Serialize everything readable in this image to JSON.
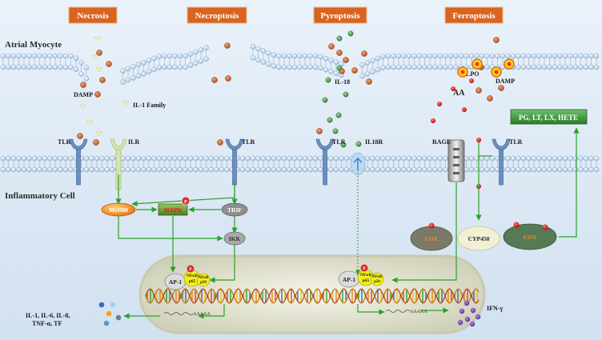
{
  "headers": {
    "necrosis": "Necrosis",
    "necroptosis": "Necroptosis",
    "pyroptosis": "Pyroptosis",
    "ferroptosis": "Ferroptosis"
  },
  "sections": {
    "atrial_myocyte": "Atrial Myocyte",
    "inflammatory_cell": "Inflammatory Cell"
  },
  "labels": {
    "damp_left": "DAMP",
    "il1_family": "IL-1 Family",
    "il18": "IL-18",
    "lpo": "LPO",
    "damp_right": "DAMP",
    "aa": "AA",
    "tlr_1": "TLR",
    "ilr": "ILR",
    "tlr_2": "TLR",
    "tlr_3": "TLR",
    "il18r": "IL18R",
    "rage": "RAGE",
    "tlr_4": "TLR",
    "lipid_mediators": "PG, LT, LX, HETE",
    "ifn_gamma": "IFN-γ",
    "cytokines_line1": "IL-1, IL-6, IL-8,",
    "cytokines_line2": "TNF-α, TF"
  },
  "nodes": {
    "myd88": "MyD88",
    "mapk": "MAPK",
    "trif": "TRIF",
    "ikk": "IKK",
    "ap1_left": "AP-1",
    "ap1_right": "AP-1",
    "lox": "LOX",
    "cyp450": "CYP450",
    "cox": "COX",
    "p_badge": "P",
    "nfkb": "NFκB",
    "p65": "p65",
    "p50": "p50"
  },
  "dna": {
    "mrna_label": "AAAAA"
  },
  "colors": {
    "header_orange": "#d9641f",
    "membrane_head": "#b9d2ea",
    "arrow_green": "#27a327",
    "myd88_orange": "#f39a1e",
    "mapk_green": "#5a8c2c",
    "nfkb_yellow": "#f2ef1a",
    "cox_green": "#567a55",
    "box_green": "#3a8b3a"
  }
}
